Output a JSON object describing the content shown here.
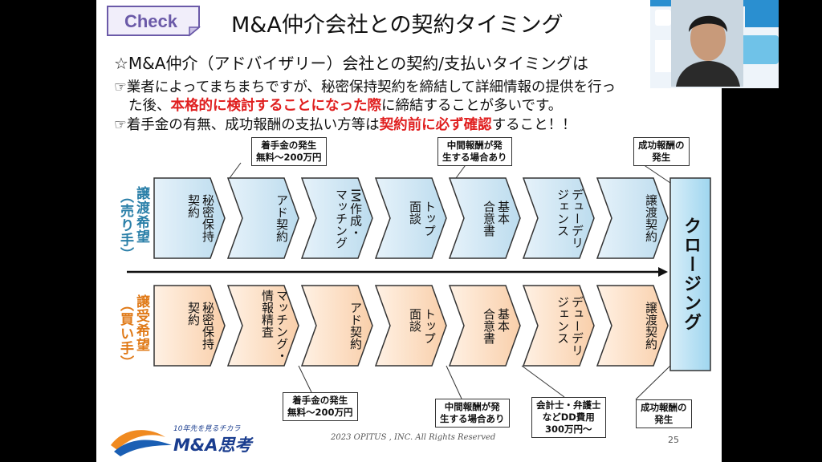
{
  "badge": "Check",
  "title": "M&A仲介会社との契約タイミング",
  "bullets": {
    "l1": "☆M&A仲介（アドバイザリー）会社との契約/支払いタイミングは",
    "l2": "☞業者によってまちまちですが、秘密保持契約を締結して詳細情報の提供を行っ",
    "l3_pre": "た後、",
    "l3_red": "本格的に検討することになった際",
    "l3_post": "に締結することが多いです。",
    "l4_pre": "☞着手金の有無、成功報酬の支払い方等は",
    "l4_red": "契約前に必ず確認",
    "l4_post": "すること！！"
  },
  "seller": {
    "label": "譲渡希望",
    "sub": "（売り手）"
  },
  "buyer": {
    "label": "譲受希望",
    "sub": "（買い手）"
  },
  "seller_steps": [
    "秘密保持\n契約",
    "アド契約",
    "IM作成・\nマッチング",
    "トップ\n面談",
    "基本\n合意書",
    "デューデリ\nジェンス",
    "譲渡契約"
  ],
  "buyer_steps": [
    "秘密保持\n契約",
    "マッチング・\n情報精査",
    "アド契約",
    "トップ\n面談",
    "基本\n合意書",
    "デューデリ\nジェンス",
    "譲渡契約"
  ],
  "closing": "クロージング",
  "callouts": {
    "s_fee": "着手金の発生\n無料～200万円",
    "s_mid": "中間報酬が発\n生する場合あり",
    "s_success": "成功報酬の\n発生",
    "b_fee": "着手金の発生\n無料～200万円",
    "b_mid": "中間報酬が発\n生する場合あり",
    "b_dd": "会計士・弁護士\nなどDD費用\n300万円～",
    "b_success": "成功報酬の\n発生"
  },
  "logo": {
    "tagline": "10年先を見るチカラ",
    "name": "M&A思考"
  },
  "copyright": "2023 OPITUS , INC.  All Rights Reserved",
  "page_number": "25",
  "colors": {
    "seller_fill": "#cfe6f3",
    "buyer_fill": "#fde3cc",
    "closing_fill": "#bfe4f5",
    "accent_red": "#e02020",
    "badge": "#6b5aa8"
  }
}
